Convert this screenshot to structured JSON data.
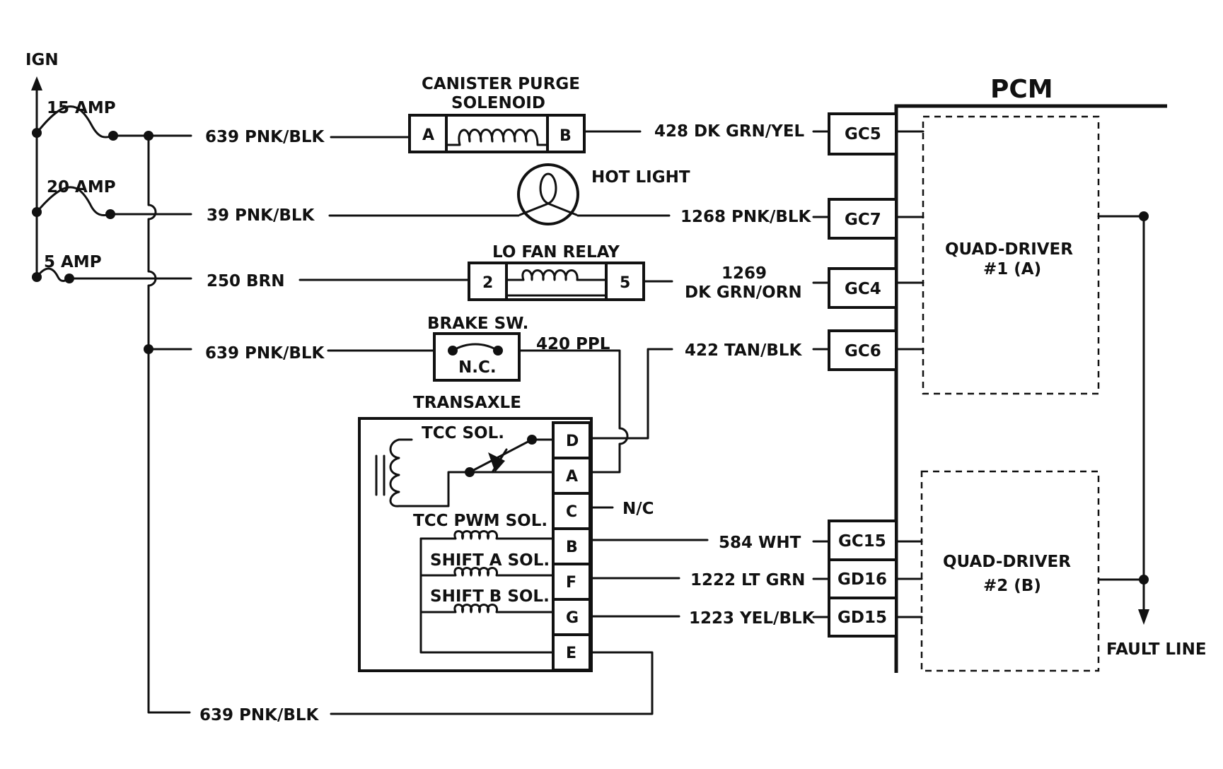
{
  "power": {
    "ign": "IGN",
    "fuse_15": "15 AMP",
    "fuse_20": "20 AMP",
    "fuse_5": "5 AMP"
  },
  "wires": {
    "w639_top": "639 PNK/BLK",
    "w39": "39 PNK/BLK",
    "w250": "250 BRN",
    "w639_brake": "639 PNK/BLK",
    "w639_bottom": "639 PNK/BLK",
    "w428": "428 DK GRN/YEL",
    "w1268": "1268 PNK/BLK",
    "w1269_num": "1269",
    "w1269_color": "DK GRN/ORN",
    "w422": "422 TAN/BLK",
    "w420": "420 PPL",
    "w584": "584 WHT",
    "w1222": "1222 LT GRN",
    "w1223": "1223 YEL/BLK"
  },
  "components": {
    "canister_line1": "CANISTER PURGE",
    "canister_line2": "SOLENOID",
    "canister_pin_a": "A",
    "canister_pin_b": "B",
    "hot_light": "HOT LIGHT",
    "lo_fan_relay": "LO FAN RELAY",
    "relay_pin_2": "2",
    "relay_pin_5": "5",
    "brake_sw": "BRAKE SW.",
    "brake_nc": "N.C.",
    "transaxle": "TRANSAXLE",
    "tcc_sol": "TCC SOL.",
    "tcc_pwm_sol": "TCC PWM SOL.",
    "shift_a_sol": "SHIFT A SOL.",
    "shift_b_sol": "SHIFT B SOL.",
    "transaxle_pins": [
      "D",
      "A",
      "C",
      "B",
      "F",
      "G",
      "E"
    ],
    "pin_c_nc": "N/C"
  },
  "pcm": {
    "title": "PCM",
    "terminals": [
      "GC5",
      "GC7",
      "GC4",
      "GC6",
      "GC15",
      "GD16",
      "GD15"
    ],
    "qd1_line1": "QUAD-DRIVER",
    "qd1_line2": "#1 (A)",
    "qd2_line1": "QUAD-DRIVER",
    "qd2_line2": "#2 (B)",
    "fault_line": "FAULT LINE"
  }
}
